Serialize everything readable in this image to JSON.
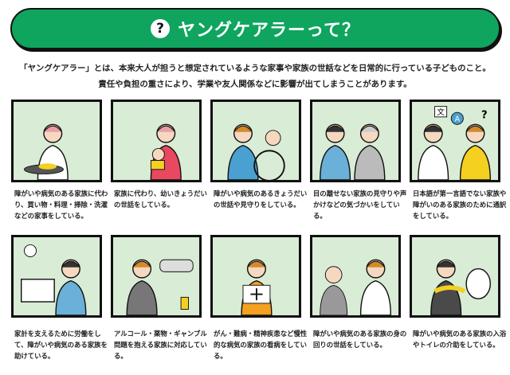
{
  "header": {
    "icon": "question-icon",
    "title": "ヤングケアラーって？"
  },
  "intro": [
    "「ヤングケアラー」とは、本来大人が担うと想定されているような家事や家族の世話などを日常的に行っている子どものこと。",
    "責任や負担の重さにより、学業や友人関係などに影響が出てしまうことがあります。"
  ],
  "colors": {
    "banner": "#0fa55f",
    "panel_bg": "#d9ecd6"
  },
  "cards": [
    {
      "caption": "障がいや病気のある家族に代わり、買い物・料理・掃除・洗濯などの家事をしている。"
    },
    {
      "caption": "家族に代わり、幼いきょうだいの世話をしている。"
    },
    {
      "caption": "障がいや病気のあるきょうだいの世話や見守りをしている。"
    },
    {
      "caption": "目の離せない家族の見守りや声かけなどの気づかいをしている。"
    },
    {
      "caption": "日本語が第一言語でない家族や障がいのある家族のために通訳をしている。"
    },
    {
      "caption": "家計を支えるために労働をして、障がいや病気のある家族を助けている。"
    },
    {
      "caption": "アルコール・薬物・ギャンブル問題を抱える家族に対応している。"
    },
    {
      "caption": "がん・難病・精神疾患など慢性的な病気の家族の看病をしている。"
    },
    {
      "caption": "障がいや病気のある家族の身の回りの世話をしている。"
    },
    {
      "caption": "障がいや病気のある家族の入浴やトイレの介助をしている。"
    }
  ],
  "panel_labels": {
    "translate_a": "文",
    "translate_b": "A",
    "question": "?"
  }
}
